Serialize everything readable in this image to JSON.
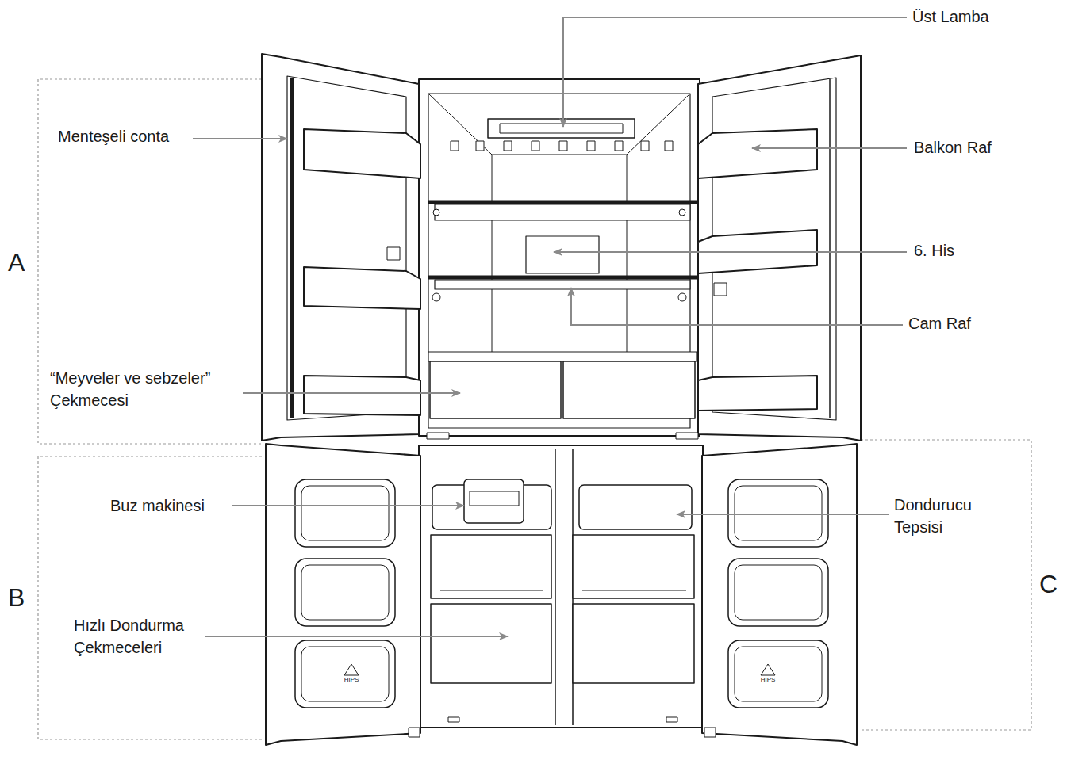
{
  "diagram": {
    "labels": [
      "Üst Lamba",
      "Menteşeli conta",
      "Balkon Raf",
      "6. His",
      "Cam Raf",
      "“Meyveler ve sebzeler” Çekmecesi",
      "Buz makinesi",
      "Dondurucu Tepsisi",
      "Hızlı Dondurma Çekmeceleri",
      "A",
      "B",
      "C",
      "HIPS",
      "HIPS"
    ]
  }
}
